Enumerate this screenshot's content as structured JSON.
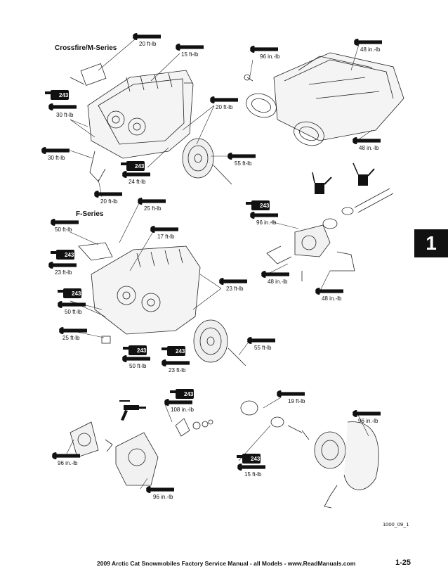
{
  "sections": {
    "crossfire": "Crossfire/M-Series",
    "fseries": "F-Series"
  },
  "locktite_code": "243",
  "labels": {
    "cf_20a": "20 ft-lb",
    "cf_15": "15 ft-lb",
    "cf_30a": "30 ft-lb",
    "cf_20b": "20 ft-lb",
    "cf_30b": "30 ft-lb",
    "cf_24": "24 ft-lb",
    "cf_55": "55 ft-lb",
    "cf_20c": "20 ft-lb",
    "in_96": "96 in.-lb",
    "in_48a": "48 in.-lb",
    "in_48b": "48 in.-lb",
    "oil_96": "96 in.-lb",
    "oil_48a": "48 in.-lb",
    "oil_48b": "48 in.-lb",
    "fs_25a": "25 ft-lb",
    "fs_50a": "50 ft-lb",
    "fs_17": "17 ft-lb",
    "fs_23a": "23 ft-lb",
    "fs_23b": "23 ft-lb",
    "fs_50b": "50 ft-lb",
    "fs_25b": "25 ft-lb",
    "fs_55": "55 ft-lb",
    "fs_50c": "50 ft-lb",
    "fs_23c": "23 ft-lb",
    "wp_108": "108 in.-lb",
    "wp_96a": "96 in.-lb",
    "wp_96b": "96 in.-lb",
    "rs_19": "19 ft-lb",
    "rs_96": "96 in.-lb",
    "rs_15": "15 ft-lb"
  },
  "figure_ref": "1000_09_1",
  "section_tab": "1",
  "footer": {
    "text": "2009 Arctic Cat Snowmobiles Factory Service Manual - all Models  -  www.ReadManuals.com",
    "page": "1-25"
  },
  "icons": [
    "wrench-icon",
    "locktite-bottle-icon",
    "grease-gun-icon",
    "oil-can-icon"
  ]
}
